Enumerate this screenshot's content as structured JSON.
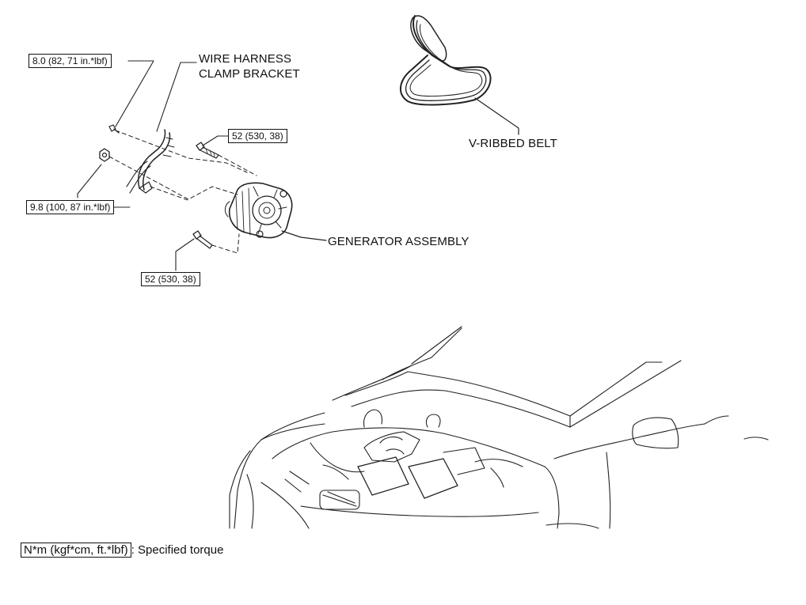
{
  "labels": {
    "wire_harness_clamp_bracket": [
      "WIRE HARNESS",
      "CLAMP BRACKET"
    ],
    "v_ribbed_belt": "V-RIBBED BELT",
    "generator_assembly": "GENERATOR ASSEMBLY"
  },
  "torque_boxes": {
    "clamp_bolt": "8.0 (82, 71 in.*lbf)",
    "nut": "9.8 (100, 87 in.*lbf)",
    "upper_bolt": "52 (530, 38)",
    "lower_bolt": "52 (530, 38)"
  },
  "legend": {
    "box_text": "N*m (kgf*cm, ft.*lbf)",
    "description": ": Specified torque"
  }
}
